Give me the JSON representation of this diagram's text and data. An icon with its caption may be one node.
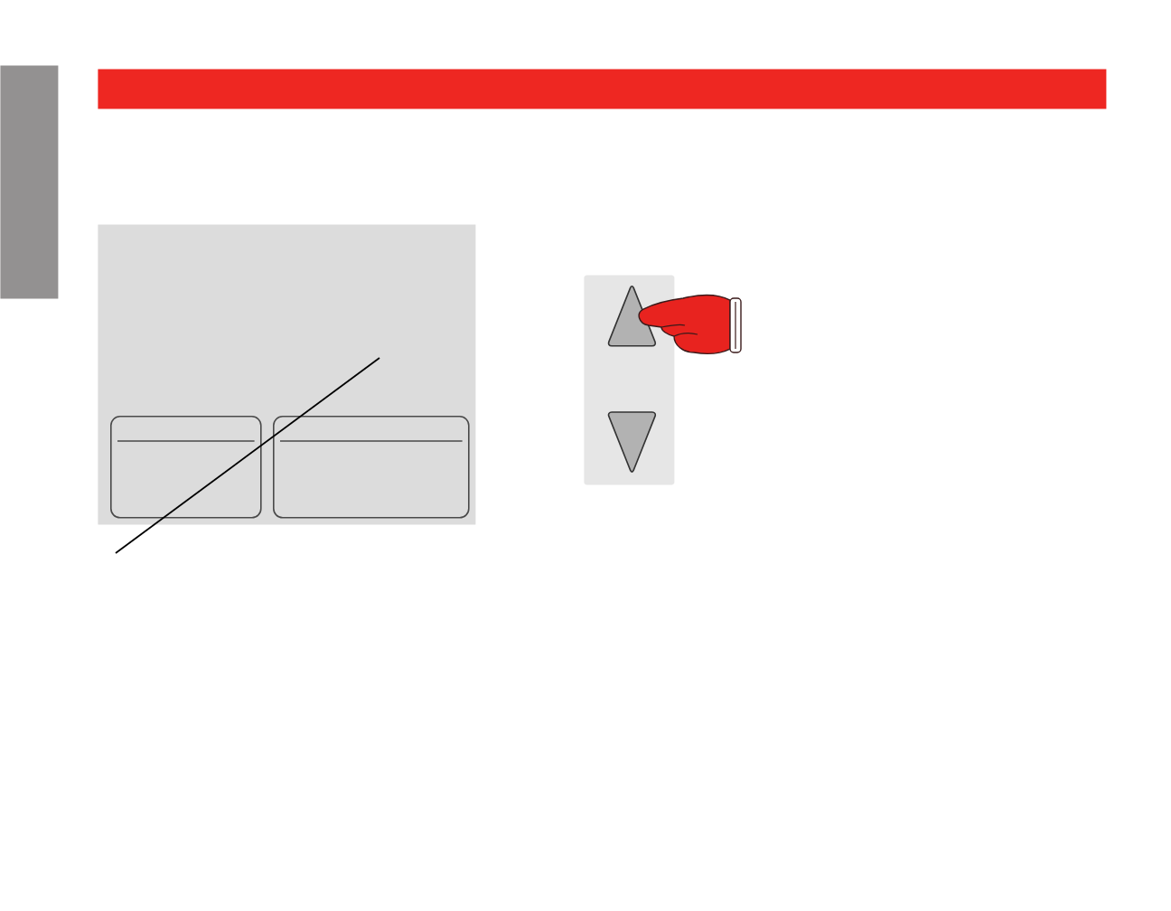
{
  "diagram": {
    "nodes": [
      {
        "text": [],
        "shape": "bar"
      },
      {
        "text": [],
        "shape": "bar"
      },
      {
        "text": [],
        "shape": "box"
      },
      {
        "text": [],
        "shape": "box",
        "in": 2
      },
      {
        "text": [],
        "shape": "box",
        "in": 2
      },
      {
        "text": [],
        "shape": "box"
      },
      {
        "text": [],
        "shape": "triangle",
        "in": 5
      },
      {
        "text": [],
        "shape": "triangle",
        "in": 5
      }
    ],
    "edges": [
      {
        "from": null,
        "to": 2,
        "arrow": "none"
      }
    ]
  }
}
